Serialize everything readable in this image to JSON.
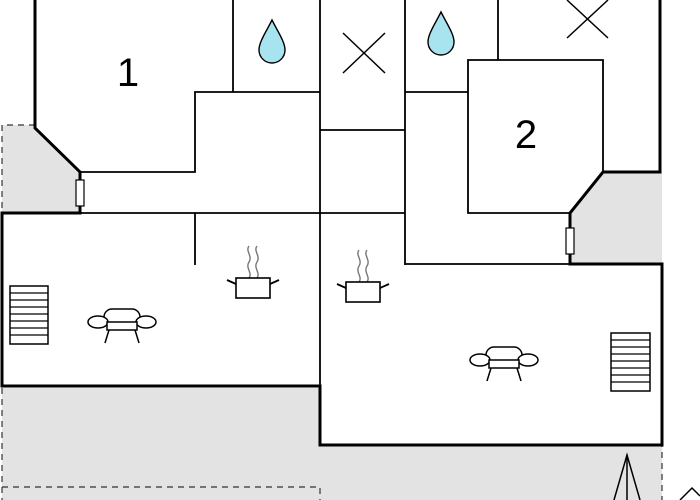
{
  "floor_plan": {
    "rooms": [
      {
        "number": "1",
        "kind": "bedroom"
      },
      {
        "number": "2",
        "kind": "bedroom"
      }
    ],
    "icons": {
      "bathroom": "water-drop-icon",
      "wc": "cross-icon",
      "kitchen": "cooking-pot-icon",
      "living": "sofa-icon",
      "stairs": "stairs-icon",
      "door": "door-icon",
      "north": "north-arrow-icon"
    },
    "colors": {
      "wall": "#000000",
      "terrace": "#e3e3e3",
      "water": "#a8e4f0",
      "background": "#ffffff"
    }
  }
}
